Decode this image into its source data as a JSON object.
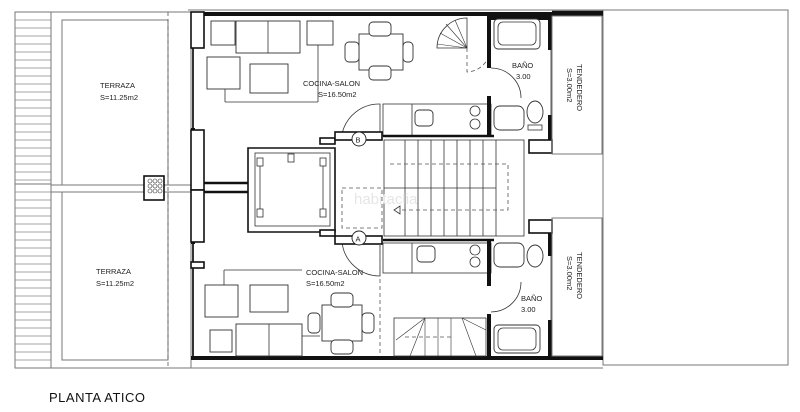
{
  "plan": {
    "title": "PLANTA ATICO",
    "watermark": "habitaclia",
    "rooms": [
      {
        "id": "terraza-top",
        "name": "TERRAZA",
        "area": "S=11.25m2"
      },
      {
        "id": "terraza-bottom",
        "name": "TERRAZA",
        "area": "S=11.25m2"
      },
      {
        "id": "cocina-salon-top",
        "name": "COCINA-SALON",
        "area": "S=16.50m2"
      },
      {
        "id": "cocina-salon-bottom",
        "name": "COCINA-SALON",
        "area": "S=16.50m2"
      },
      {
        "id": "bano-top",
        "name": "BAÑO",
        "area": "3.00"
      },
      {
        "id": "bano-bottom",
        "name": "BAÑO",
        "area": "3.00"
      },
      {
        "id": "tendedero-top",
        "name": "TENDEDERO",
        "area": "S=3.00m2"
      },
      {
        "id": "tendedero-bottom",
        "name": "TENDEDERO",
        "area": "S=3.00m2"
      }
    ],
    "door_markers": [
      {
        "id": "door-b",
        "label": "B"
      },
      {
        "id": "door-a",
        "label": "A"
      }
    ],
    "colors": {
      "wall": "#111111",
      "line": "#333333",
      "background": "#ffffff"
    }
  }
}
